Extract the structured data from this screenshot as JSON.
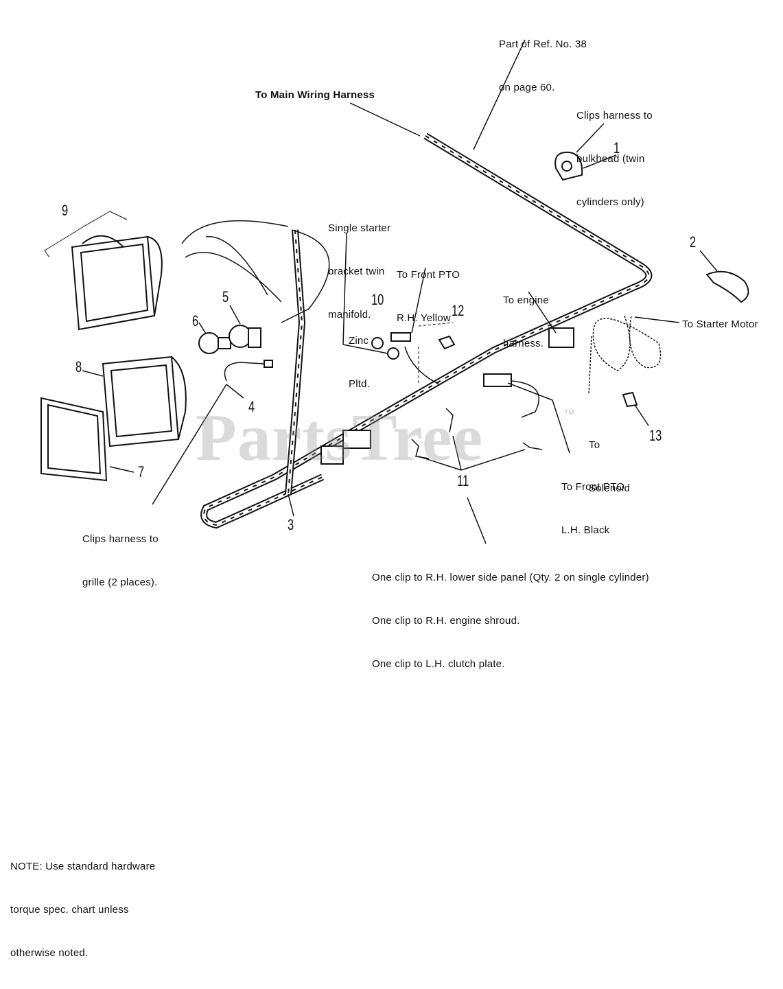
{
  "watermark": "PartsTree",
  "watermark_tm": "TM",
  "labels": {
    "part_of_ref_1": "Part of Ref. No. 38",
    "part_of_ref_2": "on page 60.",
    "main_harness": "To Main Wiring Harness",
    "clips_bulkhead_1": "Clips harness to",
    "clips_bulkhead_2": "bulkhead (twin",
    "clips_bulkhead_3": "cylinders only)",
    "single_starter_1": "Single starter",
    "single_starter_2": "bracket twin",
    "single_starter_3": "manifold.",
    "front_pto_rh_1": "To Front PTO",
    "front_pto_rh_2": "R.H. Yellow",
    "engine_harness_1": "To engine",
    "engine_harness_2": "harness.",
    "starter_motor": "To Starter Motor",
    "zinc_1": "Zinc",
    "zinc_2": "Pltd.",
    "solenoid_1": "To",
    "solenoid_2": "Solenoid",
    "front_pto_lh_1": "To Front PTO",
    "front_pto_lh_2": "L.H. Black",
    "clips_grille_1": "Clips harness to",
    "clips_grille_2": "grille (2 places).",
    "clip_note_1": "One clip to R.H. lower side panel (Qty. 2 on single cylinder)",
    "clip_note_2": "One clip to R.H. engine shroud.",
    "clip_note_3": "One clip to L.H. clutch plate.",
    "note_1": "NOTE: Use standard hardware",
    "note_2": "torque spec. chart unless",
    "note_3": "otherwise noted."
  },
  "callouts": [
    "1",
    "2",
    "3",
    "4",
    "5",
    "6",
    "7",
    "8",
    "9",
    "10",
    "11",
    "12",
    "13"
  ]
}
